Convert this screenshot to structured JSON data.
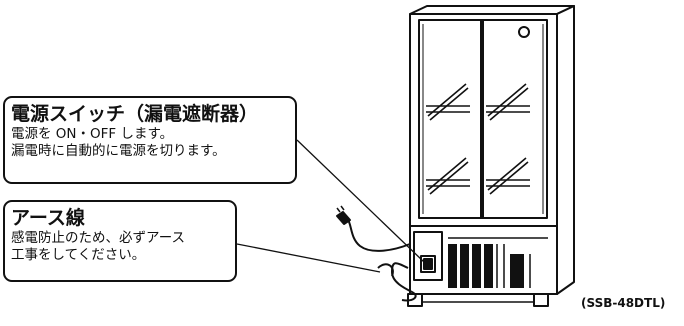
{
  "power_switch": {
    "title": "電源スイッチ（漏電遮断器）",
    "lines": [
      "電源を ON・OFF します。",
      "漏電時に自動的に電源を切ります。"
    ]
  },
  "earth_wire": {
    "title": "アース線",
    "lines": [
      "感電防止のため、必ずアース",
      "工事をしてください。"
    ]
  },
  "model_label": "(SSB-48DTL)",
  "colors": {
    "line": "#111111",
    "background": "#ffffff"
  }
}
